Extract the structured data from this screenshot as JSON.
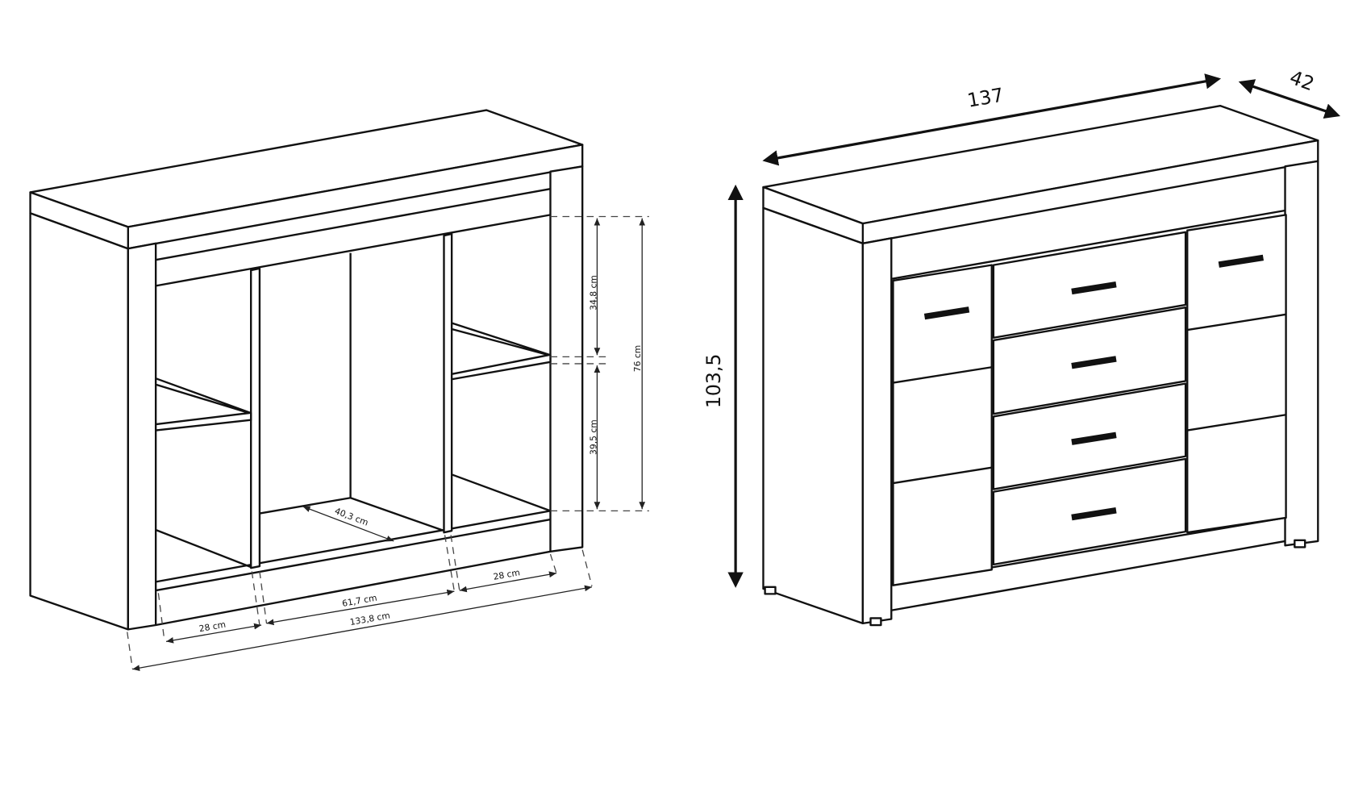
{
  "open_view": {
    "dimensions": {
      "upper_compartment_height": "34,8 cm",
      "lower_compartment_height": "39,5 cm",
      "inner_height": "76 cm",
      "inner_depth": "40,3 cm",
      "left_compartment_width": "28 cm",
      "middle_compartment_width": "61,7 cm",
      "right_compartment_width": "28 cm",
      "inner_total_width": "133,8 cm"
    }
  },
  "closed_view": {
    "dimensions": {
      "width": "137",
      "depth": "42",
      "height": "103,5"
    },
    "drawer_count": 4,
    "door_count": 2
  }
}
